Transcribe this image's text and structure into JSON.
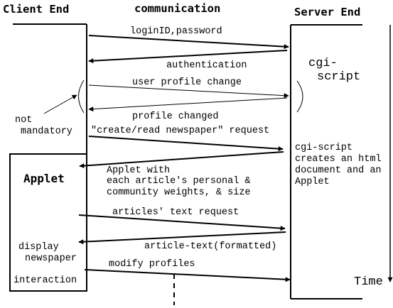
{
  "headers": {
    "client": "Client End",
    "communication": "communication",
    "server": "Server End"
  },
  "messages": [
    {
      "label": "loginID,password",
      "direction": "to-server"
    },
    {
      "label": "authentication",
      "direction": "to-client"
    },
    {
      "label": "user profile change",
      "direction": "to-server"
    },
    {
      "label": "profile changed",
      "direction": "to-client"
    },
    {
      "label": "\"create/read newspaper\" request",
      "direction": "to-server"
    },
    {
      "label_lines": [
        "Applet with",
        "each article's personal &",
        "community weights, & size"
      ],
      "direction": "to-client"
    },
    {
      "label": "articles' text request",
      "direction": "to-server"
    },
    {
      "label": "article-text(formatted)",
      "direction": "to-client"
    },
    {
      "label": "modify profiles",
      "direction": "to-server"
    }
  ],
  "server_notes": {
    "cgi_script": [
      "cgi-",
      "script"
    ],
    "creates": [
      "cgi-script",
      "creates an html",
      "document and an",
      "Applet"
    ]
  },
  "client_notes": {
    "not_mandatory": [
      "not",
      "mandatory"
    ],
    "applet_title": "Applet",
    "display": [
      "display",
      "newspaper"
    ],
    "interaction": "interaction"
  },
  "time_label": "Time"
}
